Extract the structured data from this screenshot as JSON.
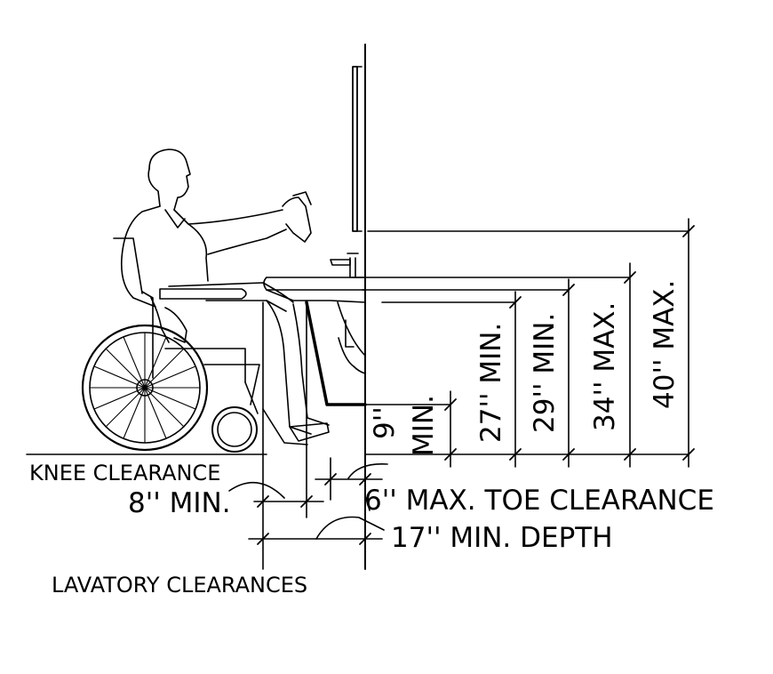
{
  "labels": {
    "knee_clearance": "KNEE CLEARANCE",
    "knee_min": "8'' MIN.",
    "toe_clearance": "6'' MAX. TOE CLEARANCE",
    "depth": "17'' MIN. DEPTH",
    "caption": "LAVATORY CLEARANCES",
    "dim_9": "9''",
    "dim_9_min": "MIN.",
    "dim_27": "27'' MIN.",
    "dim_29": "29'' MIN.",
    "dim_34": "34'' MAX.",
    "dim_40": "40'' MAX."
  },
  "colors": {
    "ink": "#000000",
    "background": "#ffffff"
  }
}
